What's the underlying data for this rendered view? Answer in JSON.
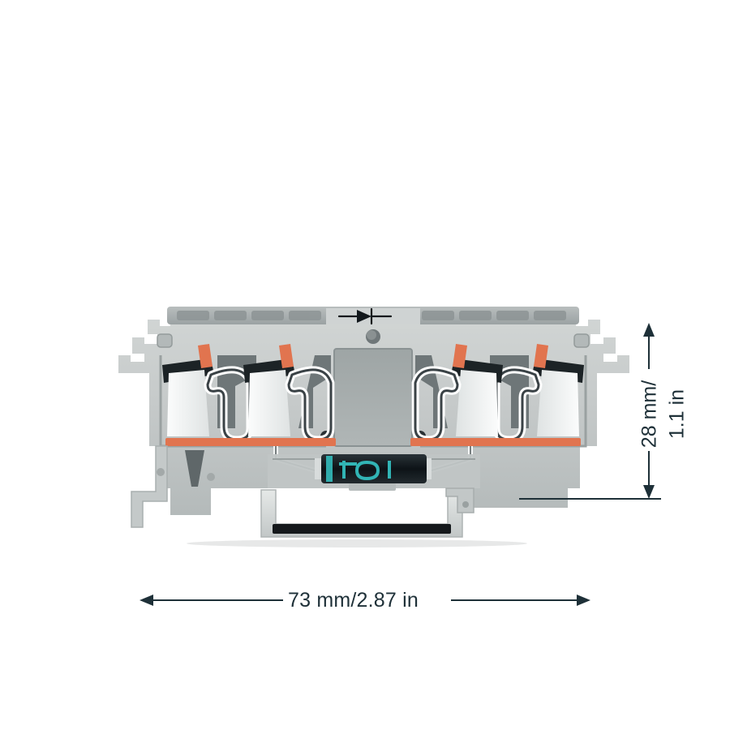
{
  "drawing": {
    "subject": "DIN-rail mounted 4-conductor component terminal block with diode",
    "view": "side elevation technical product photo"
  },
  "dimensions": {
    "width": {
      "label": "73 mm/2.87 in",
      "mm": 73,
      "inch": 2.87,
      "orientation": "horizontal",
      "left_arrow_icon": "arrow-left-icon",
      "right_arrow_icon": "arrow-right-icon"
    },
    "height": {
      "label_line1": "28 mm/",
      "label_line2": "1.1 in",
      "label": "28 mm/1.1 in",
      "mm": 28,
      "inch": 1.1,
      "orientation": "vertical",
      "up_arrow_icon": "arrow-up-icon",
      "down_arrow_icon": "arrow-down-icon"
    }
  },
  "product": {
    "housing_color": "#c9cdcc",
    "housing_shadow_color": "#9aa1a1",
    "housing_dark_color": "#7f8889",
    "recess_color": "#a7adad",
    "clamp_spring_color": "#f2f4f4",
    "clamp_dark_color": "#22282b",
    "lever_color": "#e1744f",
    "busbar_color": "#e1744f",
    "diode_body_color": "#12181c",
    "diode_marking_color": "#35c6c6",
    "diode_symbol_icon": "diode-symbol-icon",
    "rail_foot_color": "#d8dcdb",
    "clamp_count": 4,
    "clamp_positions_pct": [
      21,
      40,
      62,
      81
    ]
  },
  "colors": {
    "annotation": "#1e3038",
    "background": "#ffffff"
  }
}
